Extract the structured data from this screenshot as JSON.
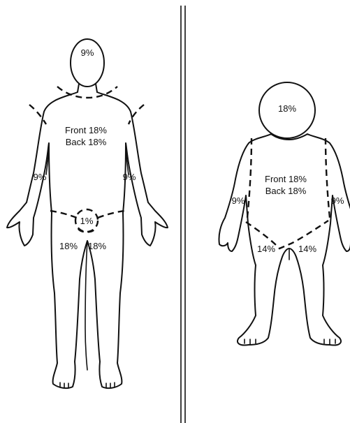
{
  "adult": {
    "head": "9%",
    "torso_front": "Front 18%",
    "torso_back": "Back 18%",
    "left_arm": "9%",
    "right_arm": "9%",
    "genitals": "1%",
    "left_leg": "18%",
    "right_leg": "18%"
  },
  "child": {
    "head": "18%",
    "torso_front": "Front 18%",
    "torso_back": "Back 18%",
    "left_arm": "9%",
    "right_arm": "9%",
    "left_leg": "14%",
    "right_leg": "14%"
  }
}
